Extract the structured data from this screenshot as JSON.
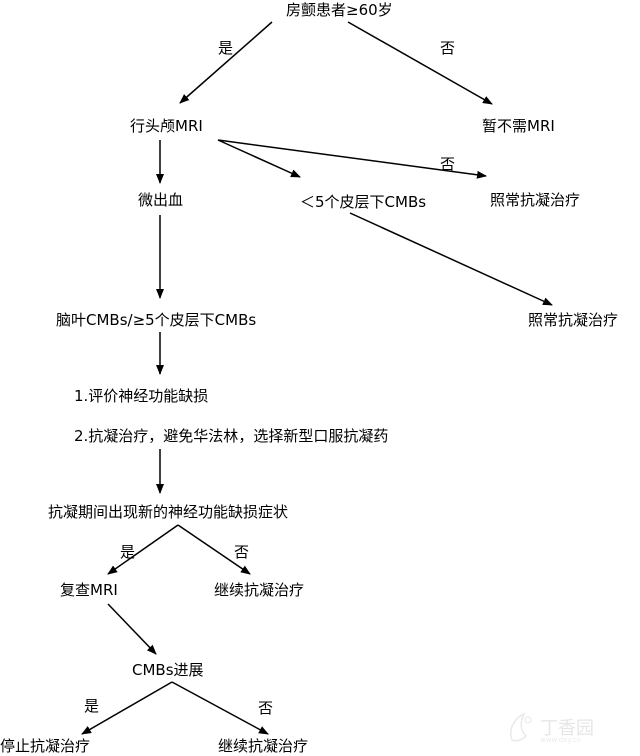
{
  "nodes": {
    "start": "房颤患者≥60岁",
    "mri": "行头颅MRI",
    "no_mri": "暂不需MRI",
    "microbleed": "微出血",
    "lt5": "＜5个皮层下CMBs",
    "normal_1": "照常抗凝治疗",
    "normal_2": "照常抗凝治疗",
    "lobar": "脑叶CMBs/≥5个皮层下CMBs",
    "step1": "1.评价神经功能缺损",
    "step2": "2.抗凝治疗，避免华法林，选择新型口服抗凝药",
    "new_deficit": "抗凝期间出现新的神经功能缺损症状",
    "recheck_mri": "复查MRI",
    "continue_1": "继续抗凝治疗",
    "progress": "CMBs进展",
    "stop": "停止抗凝治疗",
    "continue_2": "继续抗凝治疗"
  },
  "labels": {
    "yes_1": "是",
    "no_1": "否",
    "no_2": "否",
    "yes_2": "是",
    "no_3": "否",
    "yes_3": "是",
    "no_4": "否"
  },
  "watermark": {
    "text": "丁香园",
    "url": "www.dxy.cn"
  }
}
